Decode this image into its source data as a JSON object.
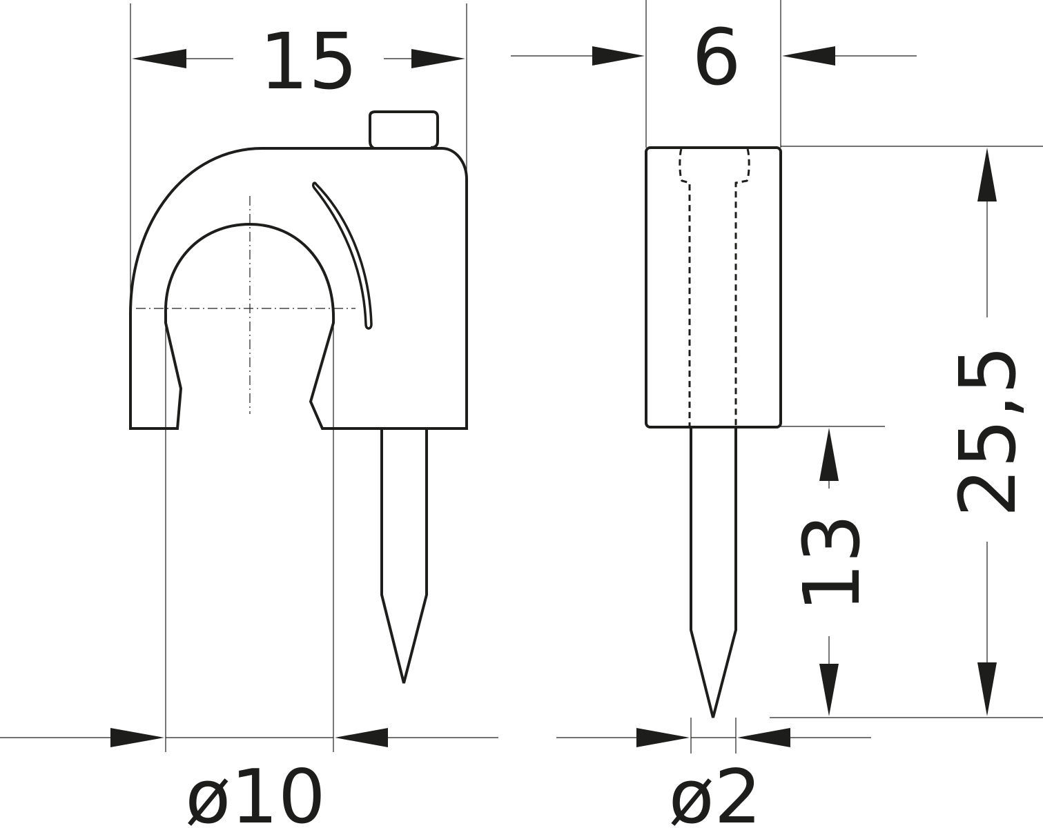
{
  "drawing": {
    "type": "technical-drawing",
    "subject": "cable clip with nail",
    "views": [
      "front-view",
      "side-view"
    ],
    "line_color": "#1d1d1b",
    "background": "#ffffff"
  },
  "dimensions": {
    "overall_width": "15",
    "side_width": "6",
    "total_height": "25,5",
    "nail_length": "13",
    "cable_diameter": "ø10",
    "nail_diameter": "ø2"
  }
}
